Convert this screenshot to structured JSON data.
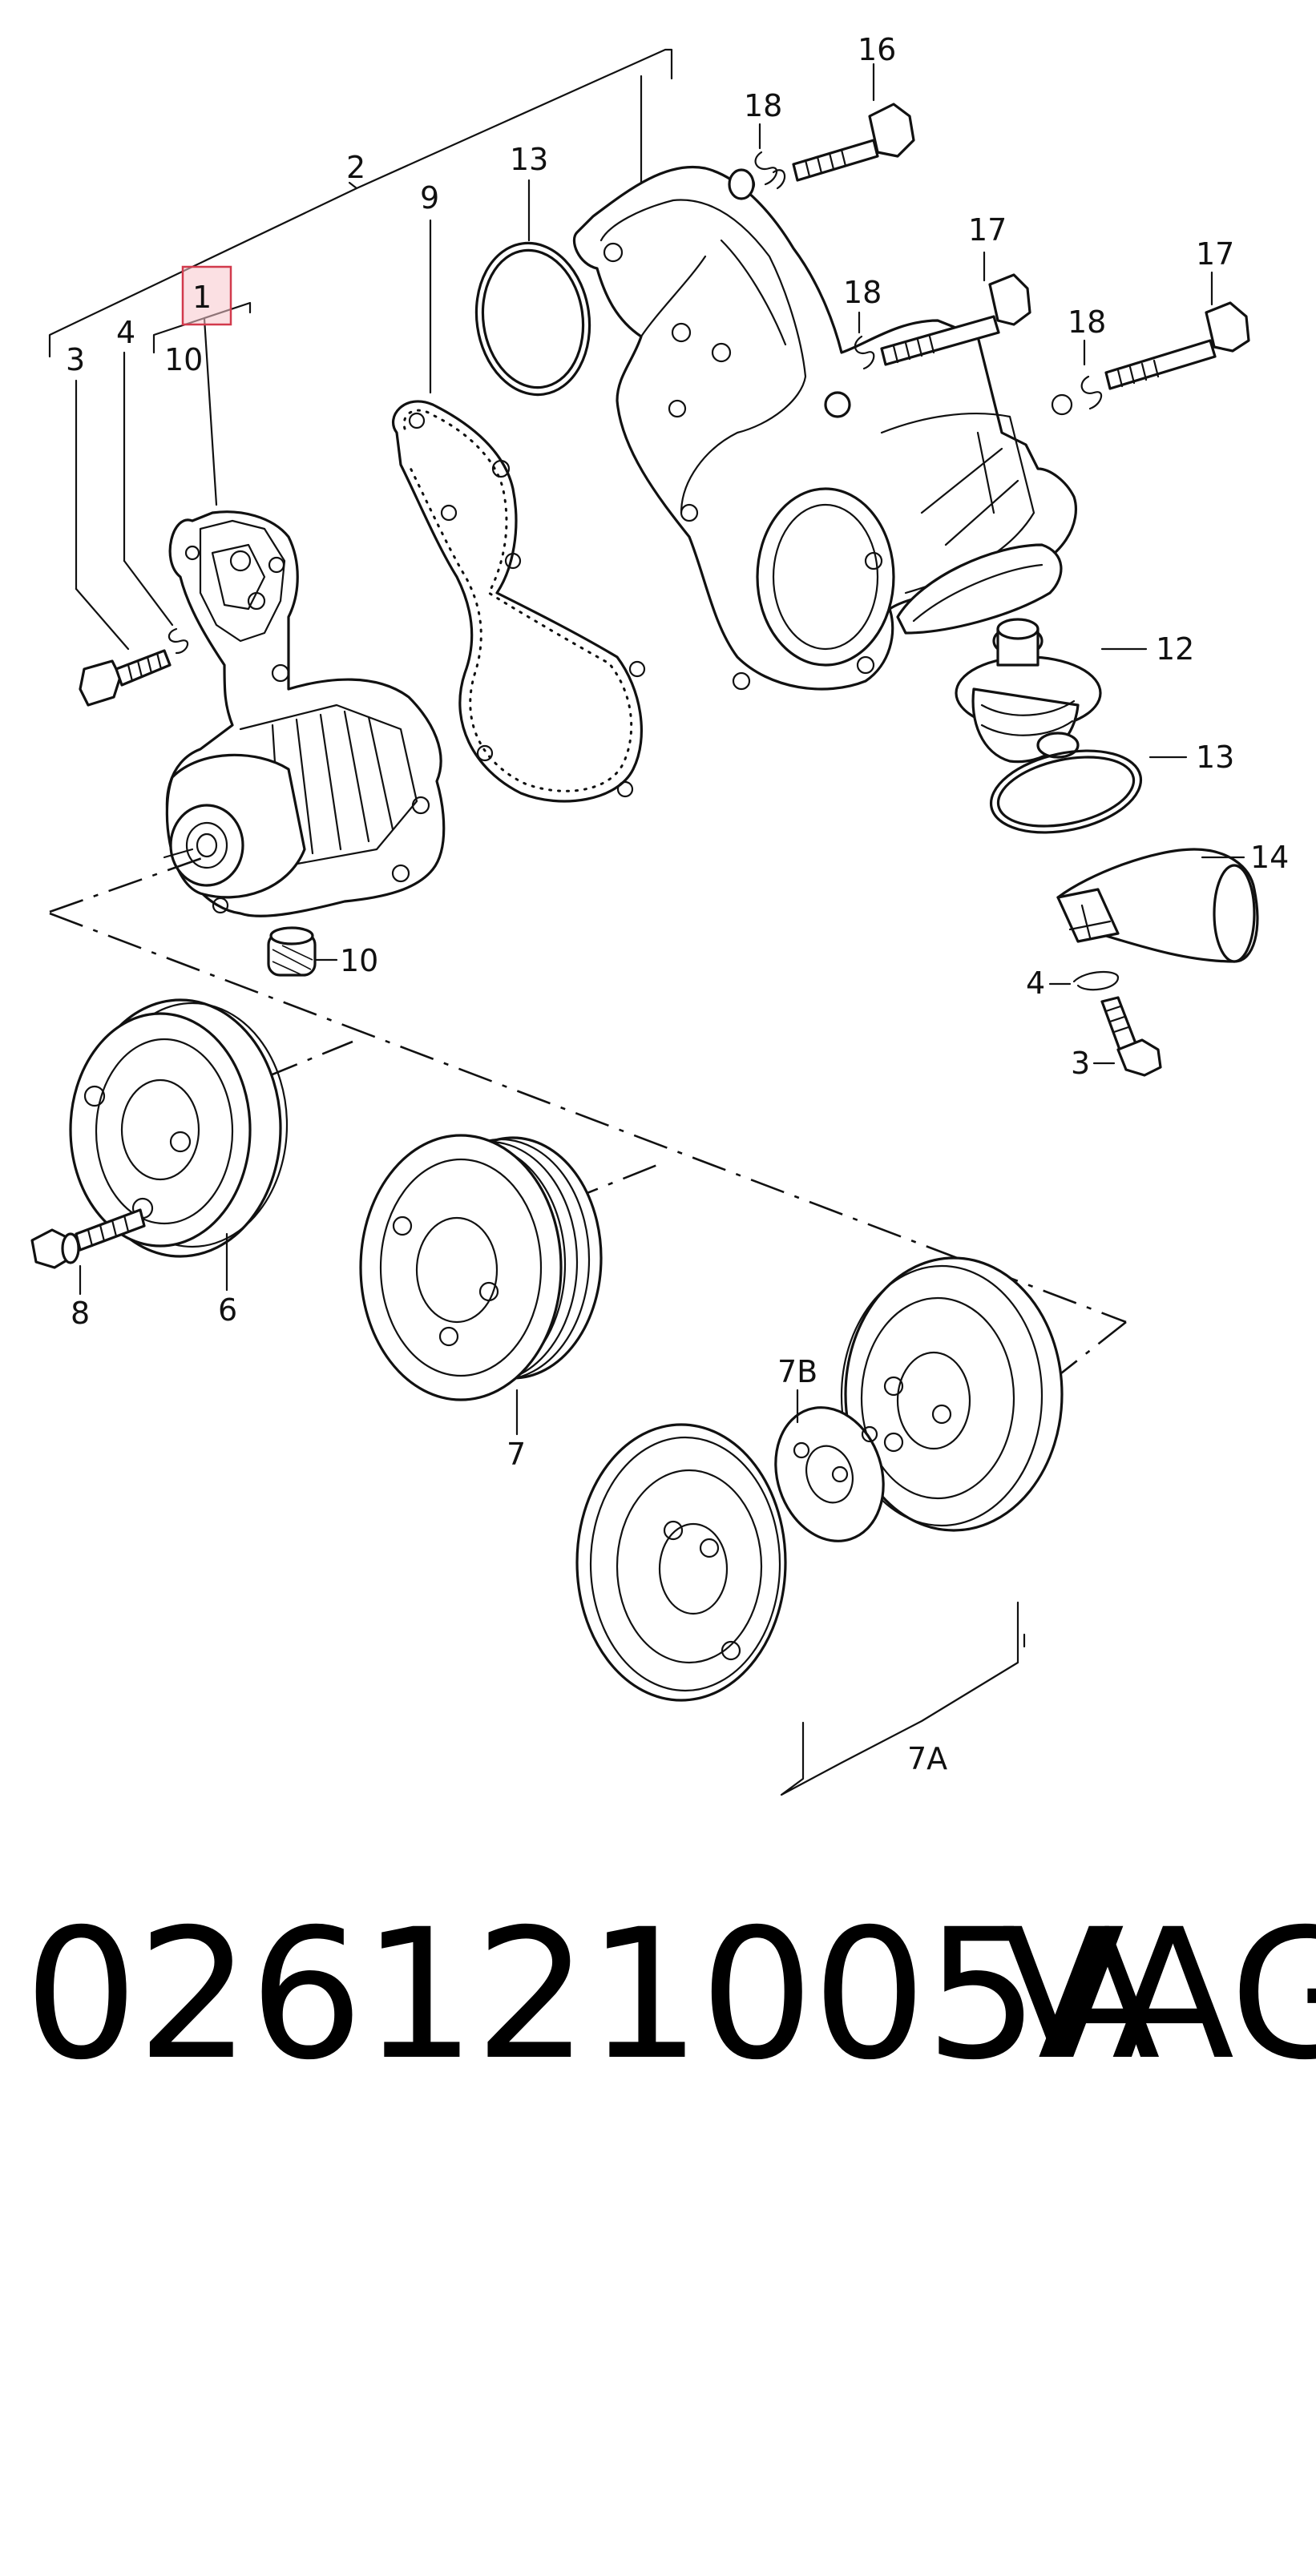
{
  "callouts": {
    "c1": "1",
    "c2": "2",
    "c3a": "3",
    "c3b": "3",
    "c4a": "4",
    "c4b": "4",
    "c6": "6",
    "c7": "7",
    "c7A": "7A",
    "c7B": "7B",
    "c8": "8",
    "c9": "9",
    "c10a": "10",
    "c10b": "10",
    "c12": "12",
    "c13a": "13",
    "c13b": "13",
    "c14": "14",
    "c16": "16",
    "c17a": "17",
    "c17b": "17",
    "c18a": "18",
    "c18b": "18",
    "c18c": "18"
  },
  "highlight": {
    "callout": "1",
    "color": "#d23a4c"
  },
  "footer": {
    "part_number": "026121005A",
    "brand": "VAG"
  }
}
